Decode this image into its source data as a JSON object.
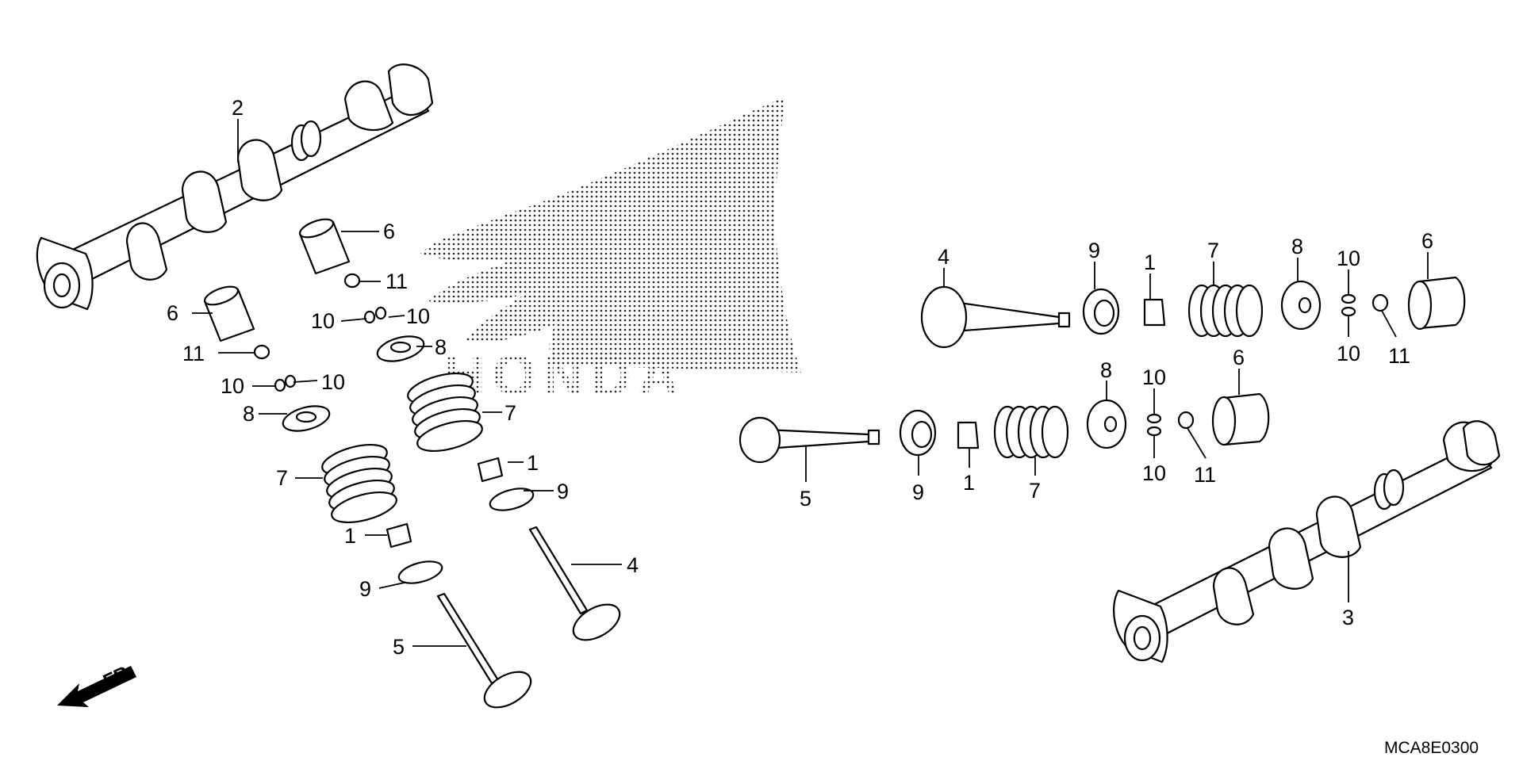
{
  "diagram": {
    "logo_text": "HONDA",
    "code": "MCA8E0300",
    "front_label": "FR.",
    "callouts": {
      "c1": "2",
      "c2": "6",
      "c3": "11",
      "c4": "10",
      "c5": "10",
      "c6": "8",
      "c7": "6",
      "c8": "11",
      "c9": "10",
      "c10": "10",
      "c11": "8",
      "c12": "7",
      "c13": "7",
      "c14": "1",
      "c15": "9",
      "c16": "1",
      "c17": "9",
      "c18": "4",
      "c19": "5",
      "r1": "4",
      "r2": "9",
      "r3": "1",
      "r4": "7",
      "r5": "8",
      "r6": "10",
      "r7": "10",
      "r8": "11",
      "r9": "6",
      "r10": "5",
      "r11": "9",
      "r12": "1",
      "r13": "7",
      "r14": "8",
      "r15": "10",
      "r16": "10",
      "r17": "11",
      "r18": "6",
      "r19": "3"
    }
  }
}
